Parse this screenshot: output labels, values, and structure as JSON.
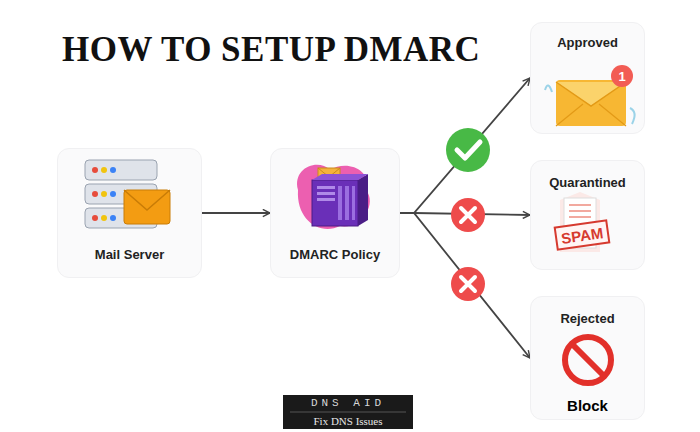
{
  "diagram": {
    "title": "HOW TO SETUP DMARC",
    "nodes": [
      {
        "text": [
          "Mail Server"
        ]
      },
      {
        "text": [
          "DMARC Policy"
        ]
      },
      {
        "text": [
          "Approved"
        ]
      },
      {
        "text": [
          "Quarantined"
        ]
      },
      {
        "text": [
          "Rejected",
          "Block"
        ]
      }
    ],
    "edges": [
      {
        "from": 0,
        "to": 1,
        "arrow": "to"
      },
      {
        "from": 1,
        "to": 2,
        "arrow": "to"
      },
      {
        "from": 1,
        "to": 3,
        "arrow": "to"
      },
      {
        "from": 1,
        "to": 4,
        "arrow": "to"
      }
    ],
    "labels": [
      "1",
      "SPAM",
      "DNS AID",
      "Fix DNS Issues"
    ]
  }
}
